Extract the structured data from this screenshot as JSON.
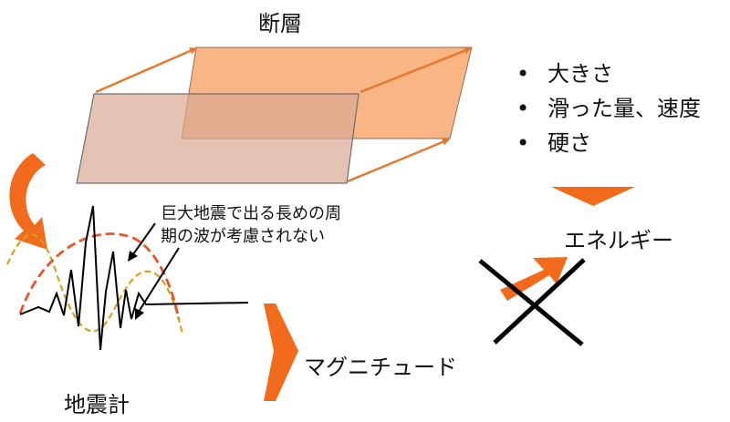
{
  "fault_label": "断層",
  "factors": [
    "大きさ",
    "滑った量、速度",
    "硬さ"
  ],
  "energy_label": "エネルギー",
  "note_lines": [
    "巨大地震で出る長めの周",
    "期の波が考慮されない"
  ],
  "magnitude_label": "マグニチュード",
  "seismometer_label": "地震計",
  "colors": {
    "arrow_orange": "#ff6600",
    "slab_orange": "#f9b584",
    "slab_front_fill": "#e0b6a2",
    "wave_red": "#e8542a",
    "wave_yellow": "#d4a21a",
    "cross": "#000000"
  }
}
